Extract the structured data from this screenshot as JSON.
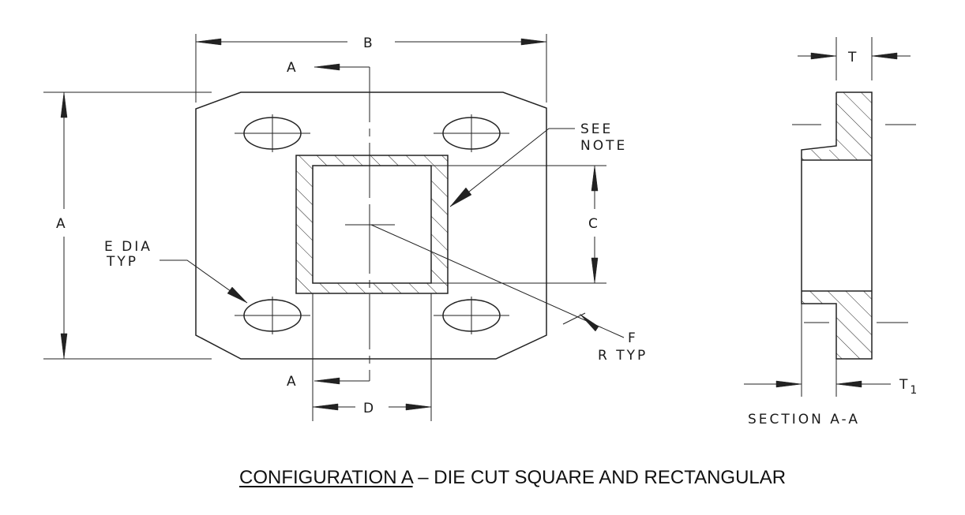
{
  "labels": {
    "dim_b": "B",
    "dim_a_vertical": "A",
    "section_a_top": "A",
    "section_a_bottom": "A",
    "see_note_line1": "SEE",
    "see_note_line2": "NOTE",
    "dim_c": "C",
    "e_dia_line1": "E DIA",
    "e_dia_line2": "TYP",
    "f_r_line1": "F",
    "f_r_line2": "R TYP",
    "dim_d": "D",
    "dim_t": "T",
    "dim_t1": "T",
    "dim_t1_sub": "1",
    "section_title": "SECTION A-A"
  },
  "caption": {
    "underlined": "CONFIGURATION A",
    "rest": " – DIE CUT SQUARE AND RECTANGULAR"
  }
}
